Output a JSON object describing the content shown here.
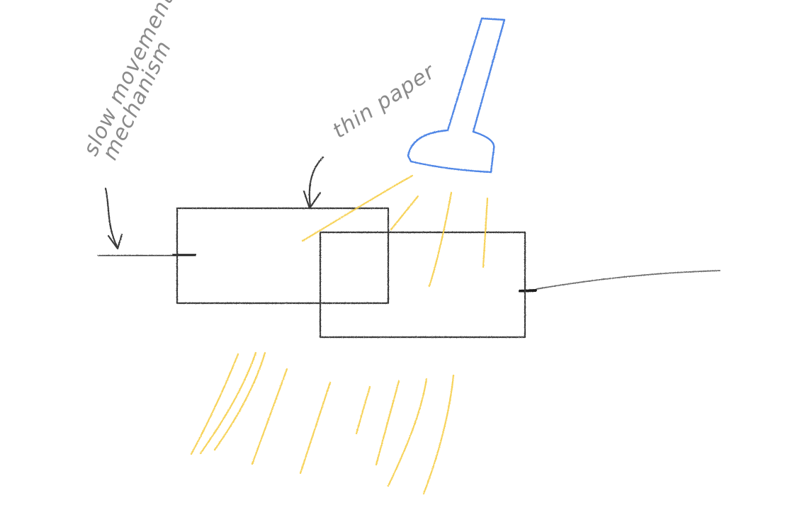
{
  "annotations": {
    "slow_movement": [
      "slow movement",
      "mechanism"
    ],
    "thin_paper": "thin paper"
  },
  "colors": {
    "graphite": "#3a3a3a",
    "graphite_light": "#7a7a7a",
    "blue_pen": "#4f86e6",
    "yellow_pencil": "#f7cf4a",
    "background": "#ffffff"
  },
  "icons": {
    "blue_tool": "vacuum-nozzle-icon"
  }
}
